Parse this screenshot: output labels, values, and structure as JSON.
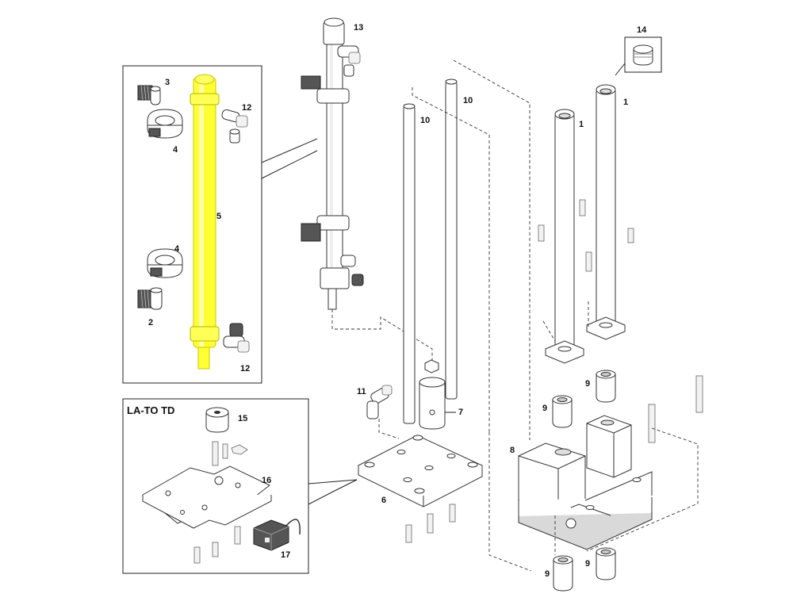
{
  "diagram": {
    "inset_box_title": "LA-TO TD",
    "labels": {
      "p1a": "1",
      "p1b": "1",
      "p2": "2",
      "p3": "3",
      "p4a": "4",
      "p4b": "4",
      "p5": "5",
      "p6": "6",
      "p7": "7",
      "p8": "8",
      "p9a": "9",
      "p9b": "9",
      "p9c": "9",
      "p9d": "9",
      "p10a": "10",
      "p10b": "10",
      "p11": "11",
      "p12a": "12",
      "p12b": "12",
      "p13": "13",
      "p14": "14",
      "p15": "15",
      "p16": "16",
      "p17": "17"
    },
    "colors": {
      "highlight": "#ffff33",
      "highlight_edge": "#c8c800",
      "line": "#222222"
    },
    "highlighted_part": "5"
  }
}
